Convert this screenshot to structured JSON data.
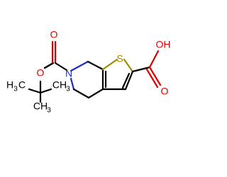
{
  "molecule": {
    "atoms": {
      "sulfur": "S",
      "hydroxyl": "OH",
      "nitrogen": "N",
      "carbonyl_oxygen_acid": "O",
      "carbonyl_oxygen_boc": "O",
      "ester_oxygen": "O",
      "methyl_left_main": "H",
      "methyl_left_h3": "3",
      "methyl_left_c": "C",
      "methyl_right_main": "CH",
      "methyl_right_sub": "3",
      "methyl_center_main": "CH",
      "methyl_center_sub": "3"
    },
    "colors": {
      "sulfur": "#a08a00",
      "nitrogen": "#1f2bc9",
      "oxygen": "#e00000",
      "carbon": "#000000"
    }
  }
}
